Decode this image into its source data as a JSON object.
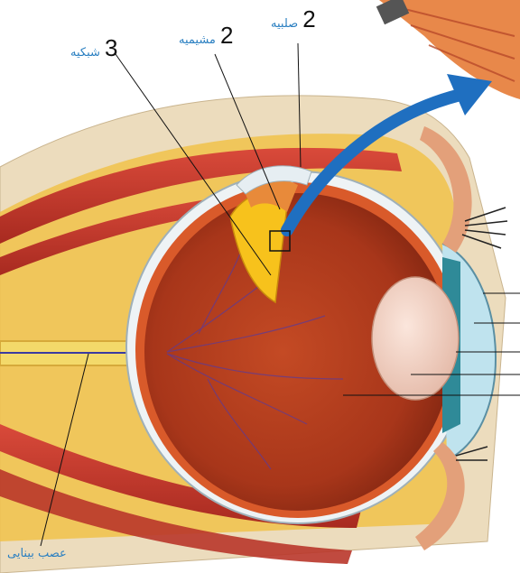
{
  "labels": {
    "sclera": {
      "number": "2",
      "text": "صلبیه"
    },
    "choroid": {
      "number": "2",
      "text": "مشیمیه"
    },
    "retina": {
      "number": "3",
      "text": "شبکیه"
    },
    "optic_nerve": {
      "text": "عصب بینایی"
    }
  },
  "colors": {
    "label_blue": "#2a7fc1",
    "muscle_red": "#c8332a",
    "fat_yellow": "#f1c24a",
    "bone_cream": "#f1e3c6",
    "eye_interior": "#b8401f",
    "arrow_blue": "#1f6fc0",
    "retina_yellow": "#f7c21c"
  }
}
